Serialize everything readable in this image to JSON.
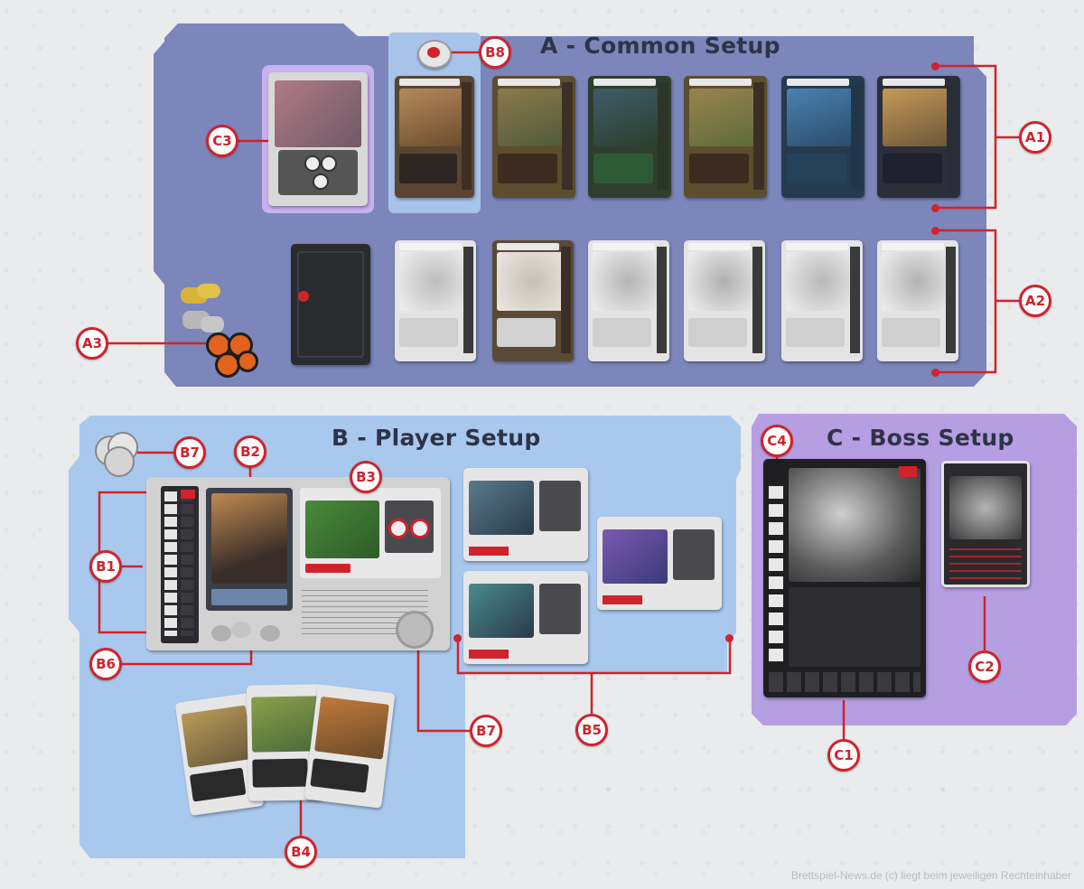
{
  "sections": {
    "common": {
      "title": "A - Common Setup"
    },
    "player": {
      "title": "B - Player Setup"
    },
    "boss": {
      "title": "C - Boss Setup"
    }
  },
  "labels": {
    "A1": "A1",
    "A2": "A2",
    "A3": "A3",
    "B1": "B1",
    "B2": "B2",
    "B3": "B3",
    "B4": "B4",
    "B5": "B5",
    "B6": "B6",
    "B7_top": "B7",
    "B7_bottom": "B7",
    "B8": "B8",
    "C1": "C1",
    "C2": "C2",
    "C3": "C3",
    "C4": "C4"
  },
  "colors": {
    "common_zone": "#7c86bb",
    "player_zone": "#a9c8ee",
    "boss_zone": "#b69ee2",
    "accent": "#d0232b"
  },
  "watermark": "Brettspiel-News.de (c) liegt beim jeweiligen Rechteinhaber"
}
